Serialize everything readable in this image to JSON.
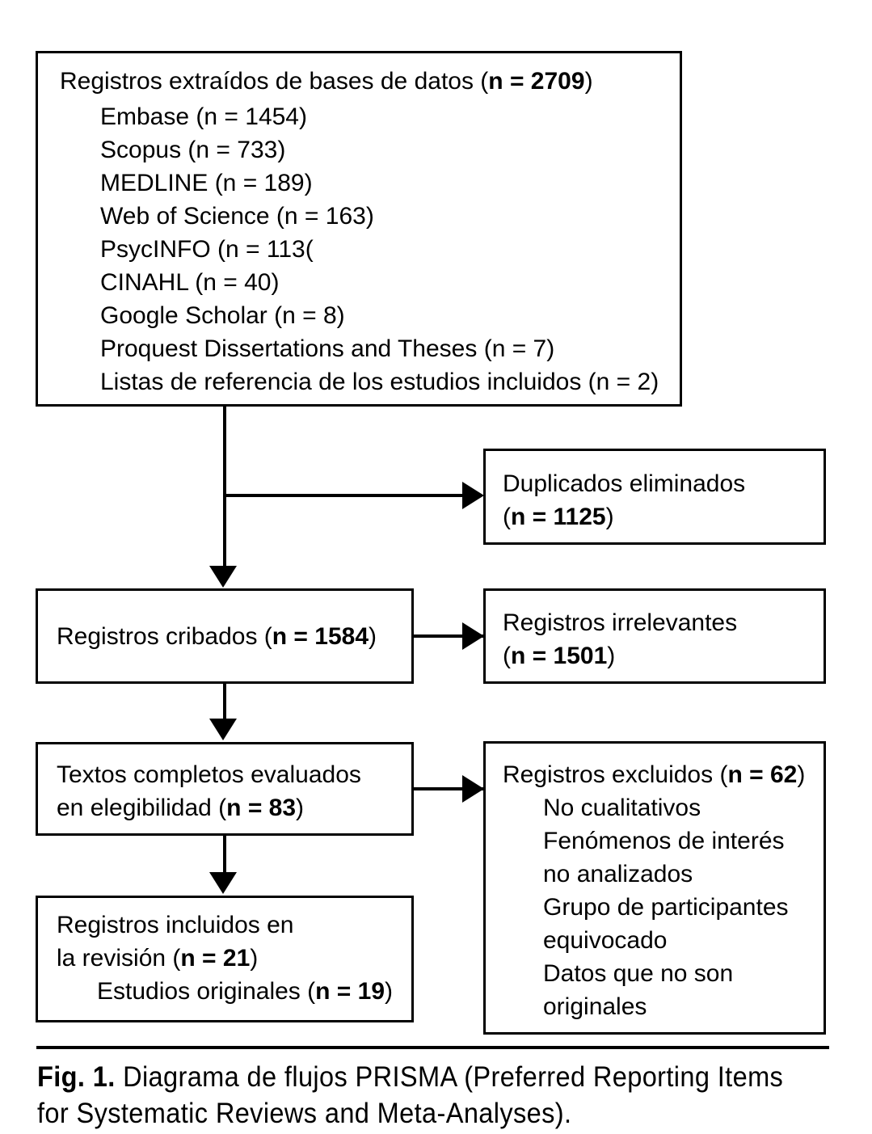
{
  "figure": {
    "caption_label": "Fig. 1.",
    "caption_text": " Diagrama de flujos PRISMA (Preferred Reporting Items for Systematic Reviews and Meta-Analyses)."
  },
  "flow": {
    "identification_box": {
      "heading_prefix": "Registros extraídos de bases de datos (",
      "heading_n": "n = 2709",
      "heading_suffix": ")",
      "sources": [
        "Embase (n = 1454)",
        "Scopus (n = 733)",
        "MEDLINE (n = 189)",
        "Web of Science (n = 163)",
        "PsycINFO (n = 113(",
        "CINAHL (n = 40)",
        "Google Scholar (n = 8)",
        "Proquest Dissertations and Theses (n = 7)",
        "Listas de referencia de los estudios incluidos (n = 2)"
      ]
    },
    "duplicates_box": {
      "line1": "Duplicados eliminados",
      "line2_prefix": "(",
      "line2_n": "n = 1125",
      "line2_suffix": ")"
    },
    "screened_box": {
      "line1_prefix": "Registros cribados (",
      "line1_n": "n = 1584",
      "line1_suffix": ")"
    },
    "irrelevant_box": {
      "line1": "Registros irrelevantes",
      "line2_prefix": "(",
      "line2_n": "n = 1501",
      "line2_suffix": ")"
    },
    "eligibility_box": {
      "line1": "Textos completos evaluados",
      "line2_prefix": "en elegibilidad (",
      "line2_n": "n = 83",
      "line2_suffix": ")"
    },
    "excluded_box": {
      "heading_prefix": "Registros excluidos (",
      "heading_n": "n = 62",
      "heading_suffix": ")",
      "reasons": [
        "No cualitativos",
        "Fenómenos de interés",
        "no analizados",
        "Grupo de participantes",
        "equivocado",
        "Datos que no son",
        "originales"
      ]
    },
    "included_box": {
      "line1": "Registros incluidos en",
      "line2_prefix": "la revisión (",
      "line2_n": "n = 21",
      "line2_suffix": ")",
      "line3_prefix": "Estudios originales (",
      "line3_n": "n = 19",
      "line3_suffix": ")"
    }
  },
  "colors": {
    "stroke": "#000000",
    "background": "#ffffff",
    "text": "#000000"
  }
}
